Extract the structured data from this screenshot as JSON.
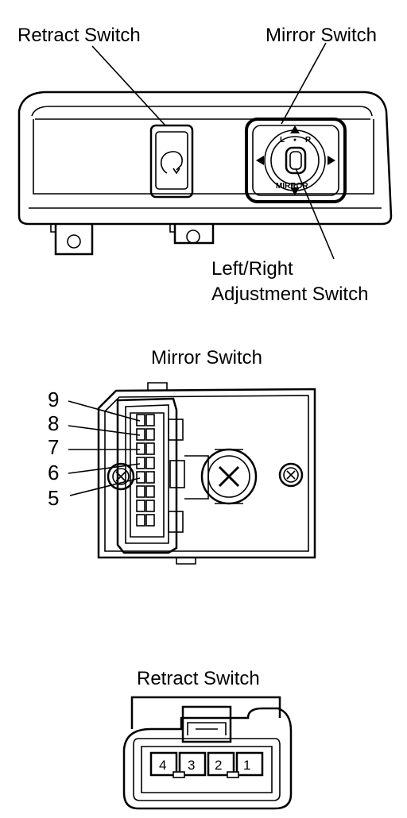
{
  "top": {
    "retract_label": "Retract Switch",
    "mirror_label": "Mirror Switch",
    "lr_label_line1": "Left/Right",
    "lr_label_line2": "Adjustment Switch",
    "knob_left_letter": "L",
    "knob_right_letter": "R",
    "knob_caption": "MIRROR"
  },
  "middle": {
    "title": "Mirror Switch",
    "pins": [
      "9",
      "8",
      "7",
      "6",
      "5"
    ]
  },
  "bottom": {
    "title": "Retract Switch",
    "pins": [
      "4",
      "3",
      "2",
      "1"
    ]
  }
}
